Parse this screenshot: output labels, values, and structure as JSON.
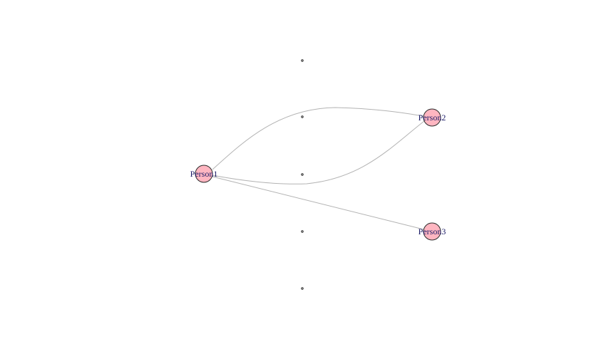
{
  "diagram": {
    "type": "network-graph",
    "node_fill": "#ffb6c1",
    "node_stroke": "#2b2b2b",
    "label_color": "#1a1a66",
    "edge_color": "#b3b3b3",
    "nodes": [
      {
        "id": "Person1",
        "label": "Person1"
      },
      {
        "id": "Person2",
        "label": "Person2"
      },
      {
        "id": "Person3",
        "label": "Person3"
      }
    ],
    "edges": [
      {
        "from": "Person1",
        "to": "Person2"
      },
      {
        "from": "Person2",
        "to": "Person1"
      },
      {
        "from": "Person1",
        "to": "Person3"
      }
    ]
  }
}
